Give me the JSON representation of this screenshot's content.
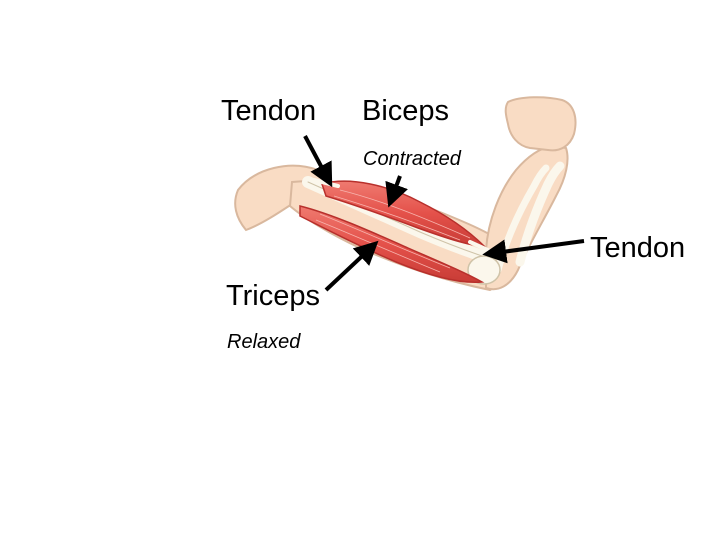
{
  "labels": {
    "tendon_top": "Tendon",
    "biceps": "Biceps",
    "contracted": "Contracted",
    "tendon_right": "Tendon",
    "triceps": "Triceps",
    "relaxed": "Relaxed"
  },
  "colors": {
    "skin": "#f9dcc4",
    "skin_outline": "#d9b89e",
    "bone": "#fbf7ec",
    "bone_outline": "#cfc3a8",
    "muscle": "#e4514a",
    "muscle_dark": "#b8302c",
    "arrow": "#000000"
  }
}
